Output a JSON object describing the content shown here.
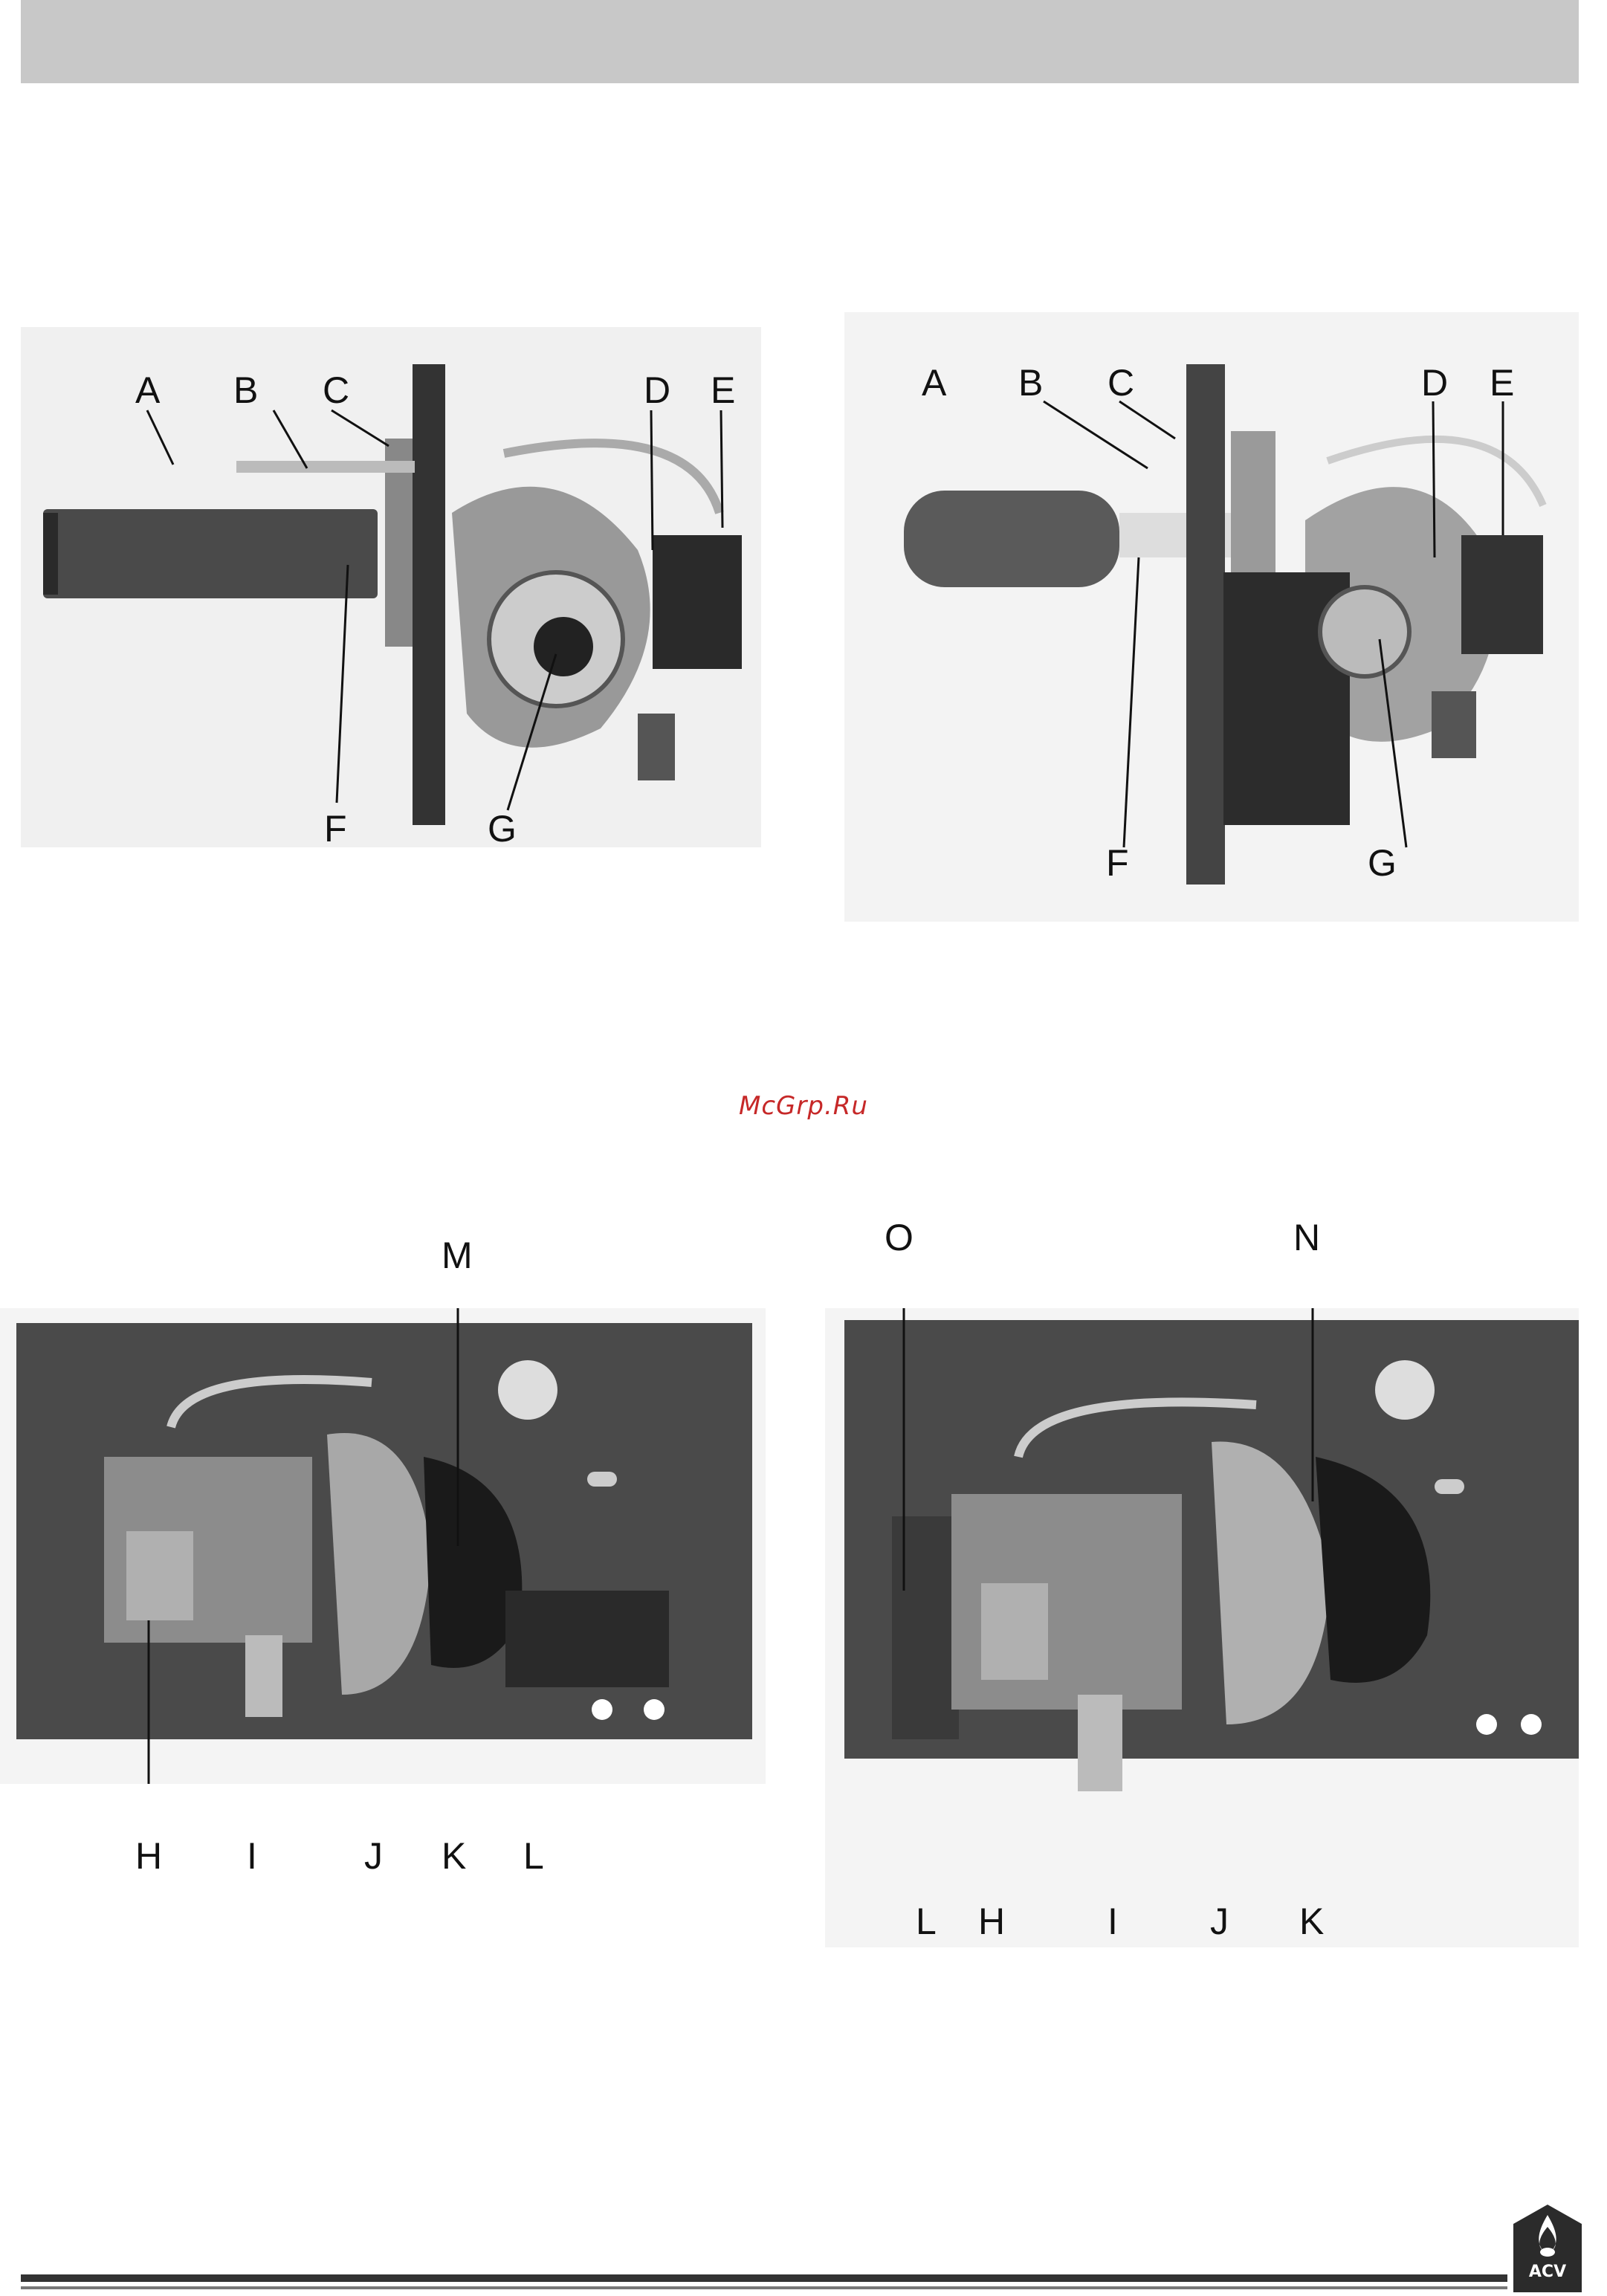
{
  "watermark": "McGrp.Ru",
  "logo_text": "ACV",
  "figure_tl": {
    "labels": [
      "A",
      "B",
      "C",
      "D",
      "E",
      "F",
      "G"
    ]
  },
  "figure_tr": {
    "labels": [
      "A",
      "B",
      "C",
      "D",
      "E",
      "F",
      "G"
    ]
  },
  "figure_bl": {
    "labels": [
      "M",
      "H",
      "I",
      "J",
      "K",
      "L"
    ]
  },
  "figure_br": {
    "labels": [
      "O",
      "N",
      "L",
      "H",
      "I",
      "J",
      "K"
    ]
  }
}
